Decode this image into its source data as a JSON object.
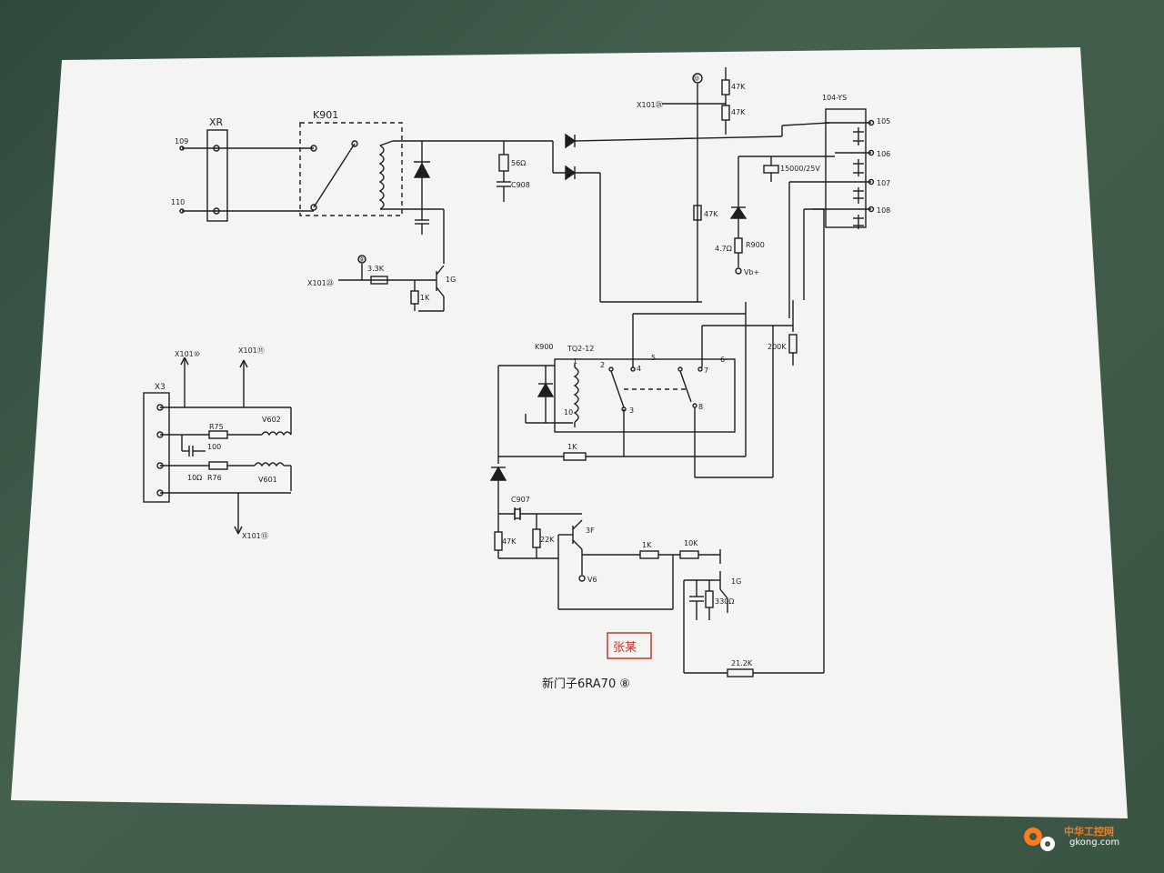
{
  "sections": {
    "xr": {
      "connector": "XR",
      "pins": [
        "109",
        "110"
      ],
      "relay": "K901",
      "capacitor": "C908",
      "resistor": "56Ω",
      "transistor": "1G",
      "input_node": "X101㉓",
      "r_base": "3.3K",
      "r_pull": "1K",
      "node_top": "⑨"
    },
    "top_right": {
      "node": "⑩",
      "x101_label": "X101㉕",
      "r1": "47K",
      "r2": "47K",
      "connector": "104-YS",
      "pins": [
        "105",
        "106",
        "107",
        "108"
      ],
      "cap": "15000/25V",
      "r_mid": "47K",
      "r900": "R900",
      "r900_val": "4.7Ω",
      "vb": "Vb+"
    },
    "x3": {
      "connector": "X3",
      "nodes": [
        "X101⑩",
        "X101⑪",
        "X101⑬"
      ],
      "r75": "R75",
      "r76": "R76",
      "v602": "V602",
      "v601": "V601",
      "cap": "100",
      "r76val": "10Ω"
    },
    "k900": {
      "relay": "K900",
      "model": "TQ2-12",
      "pins": [
        "1",
        "2",
        "3",
        "4",
        "5",
        "6",
        "7",
        "8",
        "10"
      ],
      "r_200k": "200K",
      "r_1k": "1K",
      "c907": "C907",
      "r47k": "47K",
      "r22k": "22K",
      "q3f": "3F",
      "v6": "V6",
      "r1k_b": "1K",
      "r10k": "10K",
      "q1g": "1G",
      "r330": "330Ω",
      "r212k": "21.2K"
    }
  },
  "seal_text": "张某",
  "caption": "新门子6RA70 ⑧",
  "watermark": {
    "title": "中华工控网",
    "site": "gkong.com"
  },
  "colors": {
    "paper": "#f4f4f2",
    "ink": "#1e1e1e",
    "seal": "#c0392b",
    "wm": "#ff7a1a"
  }
}
